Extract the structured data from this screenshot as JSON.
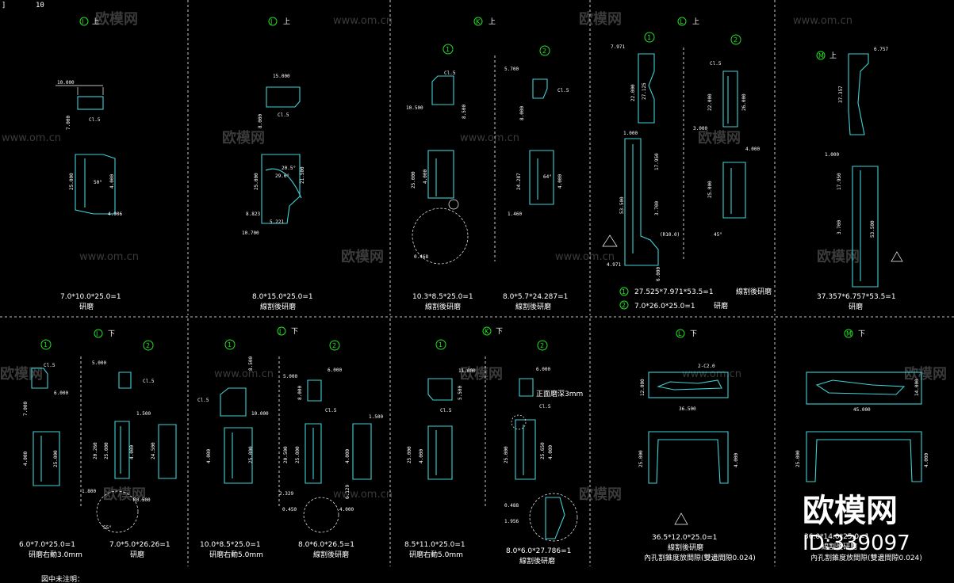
{
  "corner": {
    "top_left_number": "10",
    "left_bracket": "]"
  },
  "watermark": {
    "text": "欧模网",
    "url": "www.om.cn"
  },
  "brand": {
    "name": "欧模网",
    "id": "ID:339097"
  },
  "footer_note": "図中未注明：",
  "panels": [
    {
      "title_letter": "I",
      "title_side": "上",
      "numbers": [],
      "dims": [
        "10.000",
        "Cl.5",
        "7.000",
        "25.000",
        "4.000",
        "4.906",
        "50°"
      ],
      "caption": [
        "7.0*10.0*25.0=1",
        "研磨"
      ]
    },
    {
      "title_letter": "J",
      "title_side": "上",
      "numbers": [],
      "dims": [
        "15.000",
        "Cl.5",
        "8.000",
        "25.000",
        "21.500",
        "29.6°",
        "20.5°",
        "8.823",
        "5.221",
        "10.700"
      ],
      "caption": [
        "8.0*15.0*25.0=1",
        "線割後研磨"
      ]
    },
    {
      "title_letter": "K",
      "title_side": "上",
      "numbers": [
        "1",
        "2"
      ],
      "dims": [
        "Cl.5",
        "10.500",
        "8.500",
        "25.000",
        "4.000",
        "0.468",
        "5.700",
        "Cl.5",
        "8.000",
        "24.287",
        "4.000",
        "1.460",
        "64°"
      ],
      "caption": [
        "10.3*8.5*25.0=1",
        "線割後研磨",
        "8.0*5.7*24.287=1",
        "線割後研磨"
      ]
    },
    {
      "title_letter": "L",
      "title_side": "上",
      "numbers": [
        "1",
        "2"
      ],
      "dims": [
        "7.971",
        "22.000",
        "27.125",
        "1.000",
        "17.950",
        "53.500",
        "3.700",
        "(R10.0)",
        "4.971",
        "6.000",
        "Cl.5",
        "22.000",
        "26.000",
        "3.000",
        "4.000",
        "25.000",
        "45°"
      ],
      "caption": [
        "27.525*7.971*53.5=1",
        "線割後研磨",
        "7.0*26.0*25.0=1",
        "研磨"
      ]
    },
    {
      "title_letter": "M",
      "title_side": "上",
      "numbers": [],
      "dims": [
        "6.757",
        "37.357",
        "1.000",
        "17.950",
        "3.700",
        "53.500"
      ],
      "caption": [
        "37.357*6.757*53.5=1",
        "研磨"
      ]
    },
    {
      "title_letter": "I",
      "title_side": "下",
      "numbers": [
        "1",
        "2"
      ],
      "dims": [
        "Cl.5",
        "6.000",
        "7.000",
        "4.000",
        "25.000",
        "5.000",
        "Cl.5",
        "1.500",
        "20.260",
        "25.000",
        "4.000",
        "24.500",
        "1.800",
        "R0.500",
        "55°"
      ],
      "caption": [
        "6.0*7.0*25.0=1",
        "研磨右動3.0mm",
        "7.0*5.0*26.26=1",
        "研磨"
      ]
    },
    {
      "title_letter": "J",
      "title_side": "下",
      "numbers": [
        "1",
        "2"
      ],
      "dims": [
        "8.500",
        "Cl.5",
        "10.000",
        "4.000",
        "25.000",
        "6.000",
        "5.000",
        "8.000",
        "Cl.5",
        "1.500",
        "20.500",
        "25.000",
        "4.000",
        "2.329",
        "0.450",
        "4.000",
        "6.129"
      ],
      "caption": [
        "10.0*8.5*25.0=1",
        "研磨右動5.0mm",
        "8.0*6.0*26.5=1",
        "線割後研磨"
      ]
    },
    {
      "title_letter": "K",
      "title_side": "下",
      "numbers": [
        "1",
        "2"
      ],
      "dims": [
        "11.000",
        "5.500",
        "Cl.5",
        "25.000",
        "4.000",
        "6.000",
        "正面磨深3mm",
        "Cl.5",
        "25.000",
        "25.650",
        "4.000",
        "0.488",
        "1.956"
      ],
      "caption": [
        "8.5*11.0*25.0=1",
        "研磨右動5.0mm",
        "8.0*6.0*27.786=1",
        "線割後研磨"
      ]
    },
    {
      "title_letter": "L",
      "title_side": "下",
      "numbers": [],
      "dims": [
        "2-C2.0",
        "12.000",
        "36.500",
        "25.000",
        "4.000"
      ],
      "caption": [
        "36.5*12.0*25.0=1",
        "線割後研磨",
        "內孔割錐度放間隙(雙邊間隙0.024)"
      ]
    },
    {
      "title_letter": "M",
      "title_side": "下",
      "numbers": [],
      "dims": [
        "14.000",
        "45.000",
        "25.000",
        "4.000"
      ],
      "caption": [
        "36.0*14.0*25.0=1",
        "線割後研磨",
        "內孔割錐度放間隙(雙邊間隙0.024)"
      ]
    }
  ]
}
